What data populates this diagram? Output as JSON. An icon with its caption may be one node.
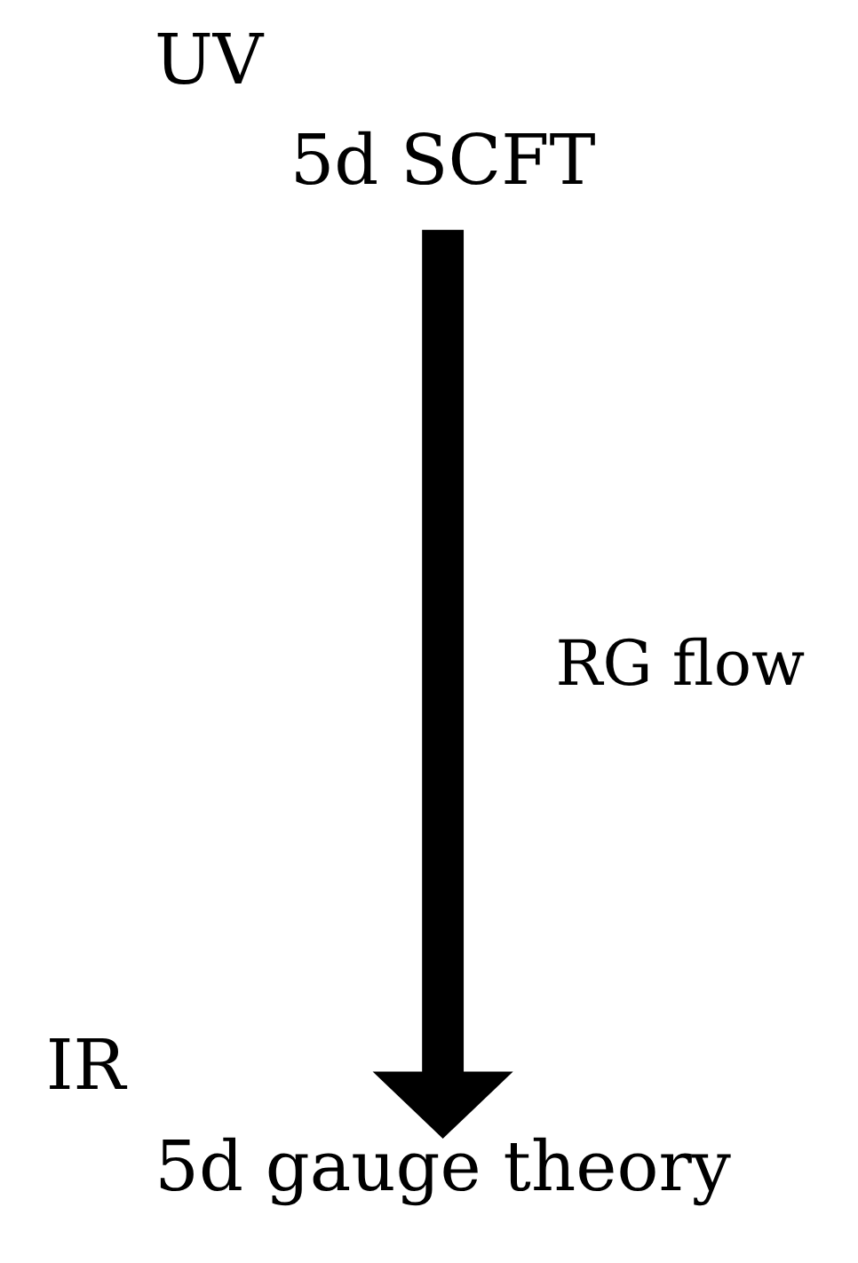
{
  "diagram": {
    "nodes": [
      {
        "text": [
          "5d SCFT"
        ],
        "beside": [
          "UV"
        ]
      },
      {
        "text": [
          "5d gauge theory"
        ],
        "beside": [
          "IR"
        ]
      }
    ],
    "edges": [
      {
        "from": 0,
        "to": 1,
        "arrow": "to",
        "label": "RG flow"
      }
    ]
  }
}
